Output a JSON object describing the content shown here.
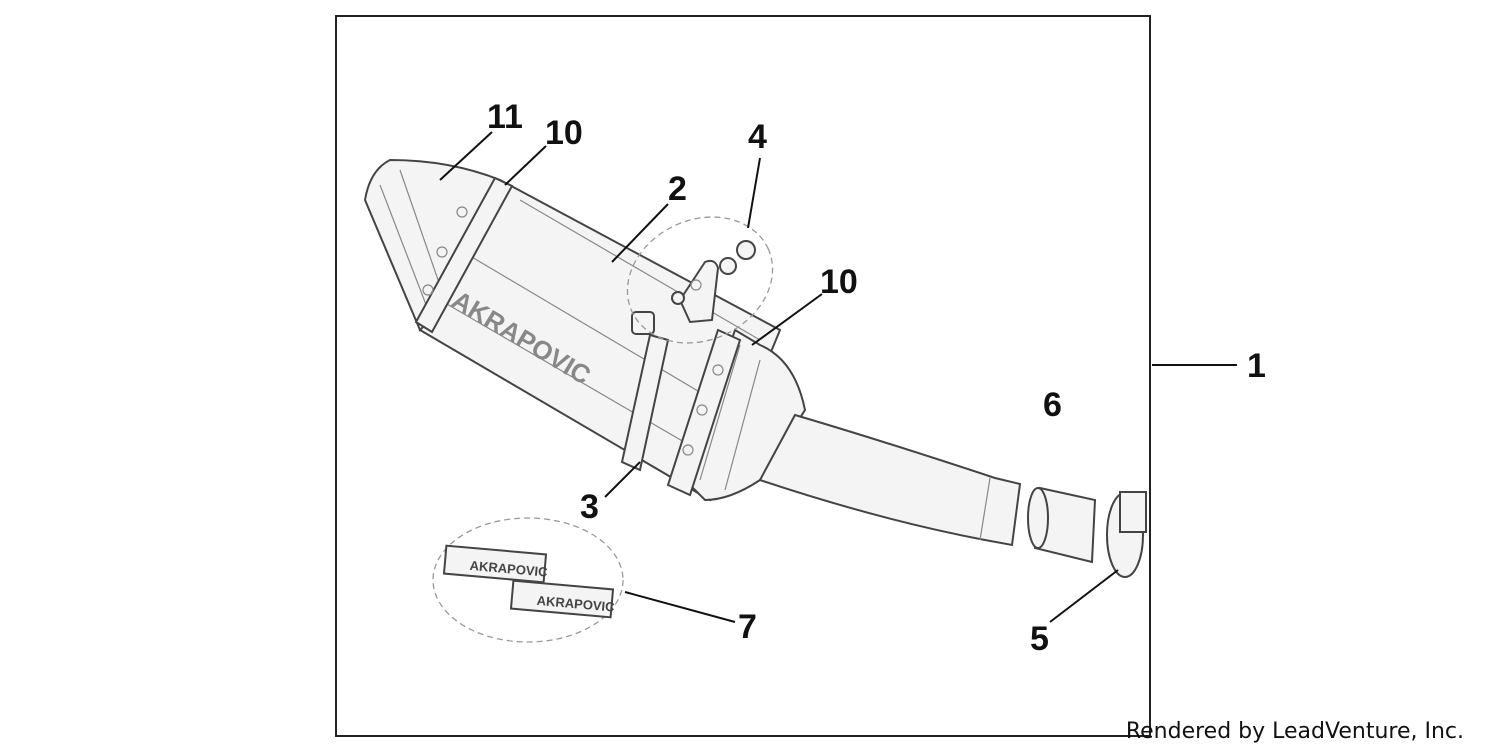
{
  "callouts": [
    {
      "id": "1",
      "label": "1"
    },
    {
      "id": "2",
      "label": "2"
    },
    {
      "id": "3",
      "label": "3"
    },
    {
      "id": "4",
      "label": "4"
    },
    {
      "id": "5",
      "label": "5"
    },
    {
      "id": "6",
      "label": "6"
    },
    {
      "id": "7",
      "label": "7"
    },
    {
      "id": "10a",
      "label": "10"
    },
    {
      "id": "10b",
      "label": "10"
    },
    {
      "id": "11",
      "label": "11"
    }
  ],
  "brand_logo_text": "AKRAPOVIC",
  "footer": "Rendered by LeadVenture, Inc."
}
